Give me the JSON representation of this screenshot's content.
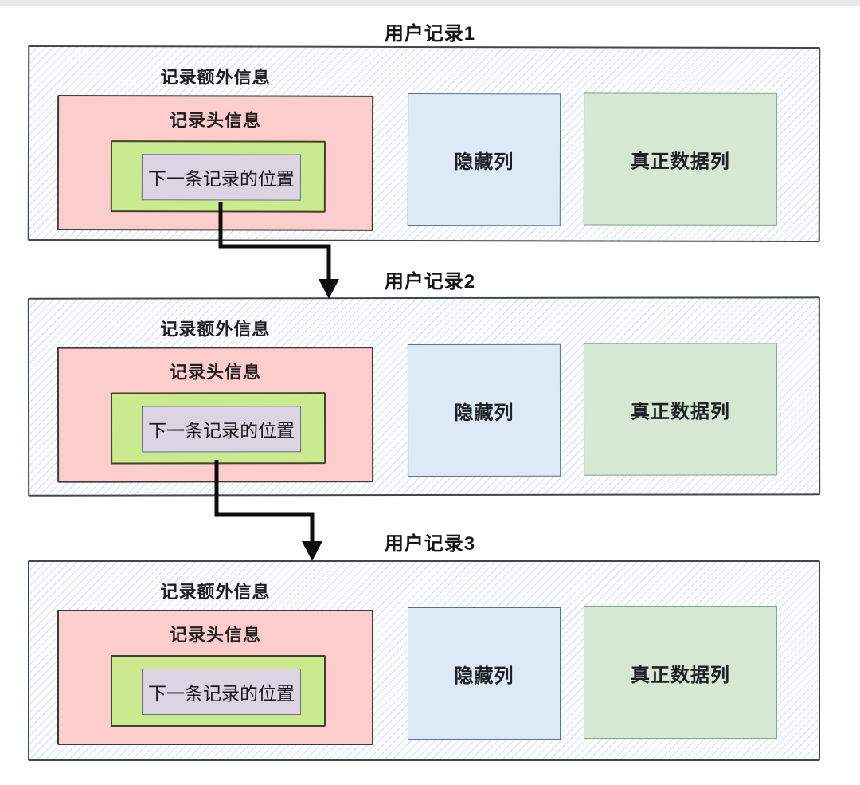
{
  "diagram": {
    "records": [
      {
        "title": "用户记录1",
        "extra_info_label": "记录额外信息",
        "header_label": "记录头信息",
        "next_record_label": "下一条记录的位置",
        "hidden_columns_label": "隐藏列",
        "real_data_label": "真正数据列"
      },
      {
        "title": "用户记录2",
        "extra_info_label": "记录额外信息",
        "header_label": "记录头信息",
        "next_record_label": "下一条记录的位置",
        "hidden_columns_label": "隐藏列",
        "real_data_label": "真正数据列"
      },
      {
        "title": "用户记录3",
        "extra_info_label": "记录额外信息",
        "header_label": "记录头信息",
        "next_record_label": "下一条记录的位置",
        "hidden_columns_label": "隐藏列",
        "real_data_label": "真正数据列"
      }
    ],
    "colors": {
      "extra_info_bg": "#fcfdfe",
      "hatch_line": "#dde2eb",
      "record_border": "#43464a",
      "header_bg": "#fdcdcd",
      "next_pointer_bg": "#cbe98e",
      "next_position_bg": "#dcd3e5",
      "hidden_bg": "#dde9f7",
      "real_data_bg": "#d6e8d3",
      "arrow": "#0d0d0d"
    }
  }
}
